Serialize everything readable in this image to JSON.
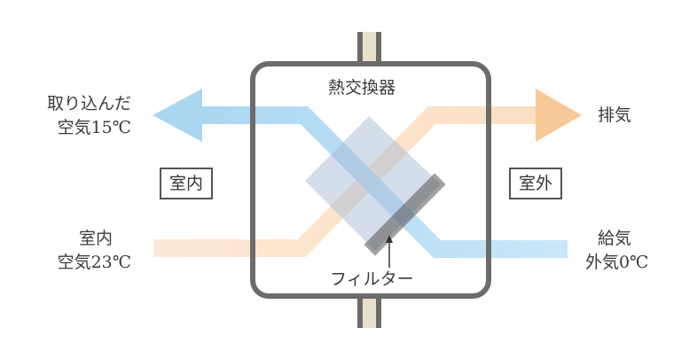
{
  "heat_exchanger": {
    "title": "熱交換器",
    "filter_label": "フィルター"
  },
  "left": {
    "intake_line1": "取り込んだ",
    "intake_line2": "空気15℃",
    "zone_label": "室内",
    "room_line1": "室内",
    "room_line2": "空気23℃"
  },
  "right": {
    "exhaust_label": "排気",
    "zone_label": "室外",
    "supply_line1": "給気",
    "supply_line2": "外気0℃"
  },
  "colors": {
    "blue": "#9fd3f1",
    "orange": "#f8cfa0",
    "frame": "#6b6b6b",
    "pipe": "#e8e0cc"
  }
}
